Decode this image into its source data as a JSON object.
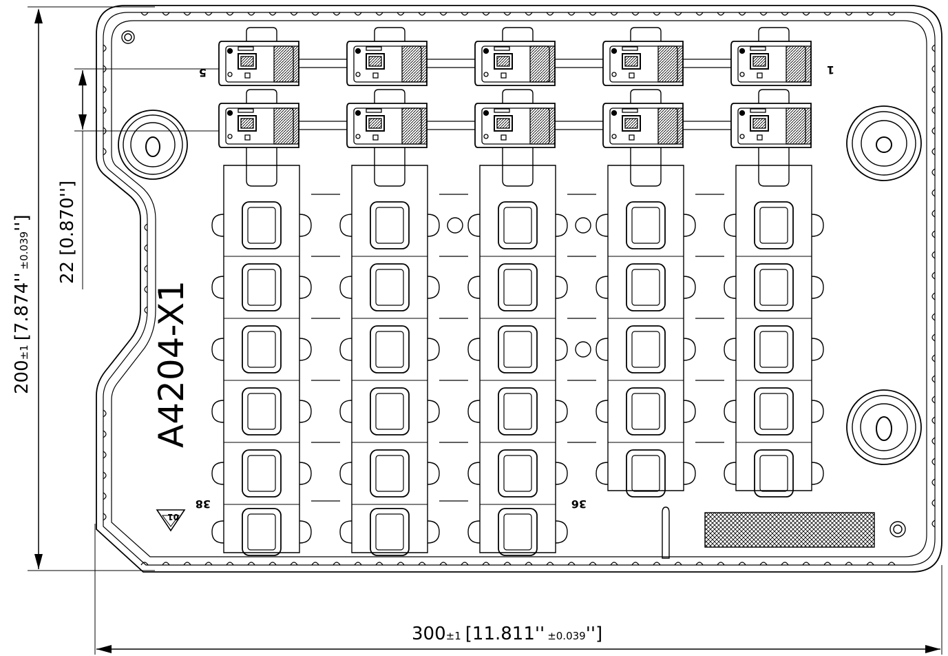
{
  "drawing": {
    "part_number": "A4204-X1",
    "pitch_dim": {
      "main": "22",
      "inch": "[0.870'']"
    },
    "height_dim": {
      "main": "200",
      "tol": "±1",
      "inch": "[7.874''",
      "inch_tol": "±0.039",
      "close": "'']"
    },
    "width_dim": {
      "main": "300",
      "tol": "±1",
      "inch": "[11.811''",
      "inch_tol": "±0.039",
      "close": "'']"
    },
    "marks": {
      "row_left": "5",
      "row_right": "1",
      "cavity_left": "38",
      "cavity_right": "36",
      "recycle_code": "01"
    }
  }
}
